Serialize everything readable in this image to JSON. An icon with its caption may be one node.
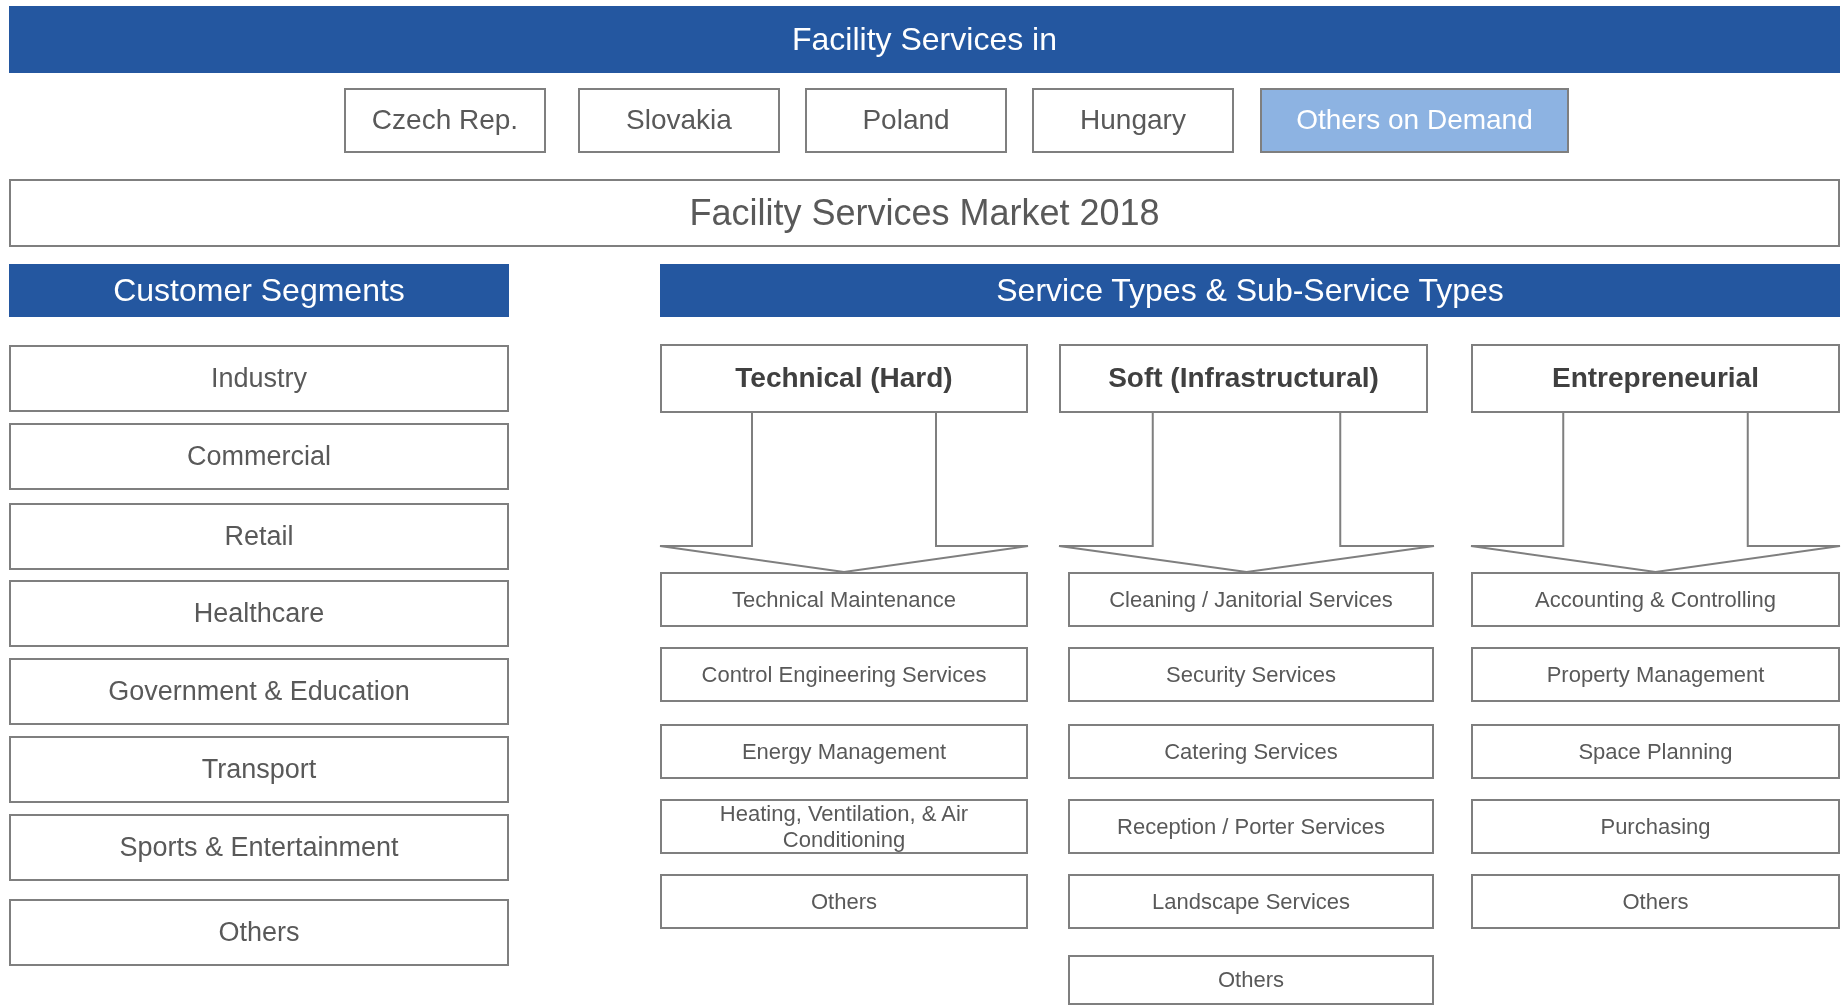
{
  "diagram": {
    "nodes": [
      {
        "text": [
          "Facility Services in"
        ]
      },
      {
        "text": [
          "Czech Rep."
        ]
      },
      {
        "text": [
          "Slovakia"
        ]
      },
      {
        "text": [
          "Poland"
        ]
      },
      {
        "text": [
          "Hungary"
        ]
      },
      {
        "text": [
          "Others on Demand"
        ]
      },
      {
        "text": [
          "Facility Services Market 2018"
        ]
      },
      {
        "text": [
          "Customer Segments"
        ]
      },
      {
        "text": [
          "Service Types & Sub-Service Types"
        ]
      },
      {
        "text": [
          "Industry"
        ]
      },
      {
        "text": [
          "Commercial"
        ]
      },
      {
        "text": [
          "Retail"
        ]
      },
      {
        "text": [
          "Healthcare"
        ]
      },
      {
        "text": [
          "Government & Education"
        ]
      },
      {
        "text": [
          "Transport"
        ]
      },
      {
        "text": [
          "Sports & Entertainment"
        ]
      },
      {
        "text": [
          "Others"
        ]
      },
      {
        "text": [
          "Technical (Hard)"
        ]
      },
      {
        "text": [
          "Soft (Infrastructural)"
        ]
      },
      {
        "text": [
          "Entrepreneurial"
        ]
      },
      {
        "text": [
          "Technical Maintenance"
        ]
      },
      {
        "text": [
          "Control Engineering Services"
        ]
      },
      {
        "text": [
          "Energy Management"
        ]
      },
      {
        "text": [
          "Heating, Ventilation, & Air Conditioning"
        ]
      },
      {
        "text": [
          "Others"
        ]
      },
      {
        "text": [
          "Cleaning / Janitorial Services"
        ]
      },
      {
        "text": [
          "Security Services"
        ]
      },
      {
        "text": [
          "Catering Services"
        ]
      },
      {
        "text": [
          "Reception / Porter Services"
        ]
      },
      {
        "text": [
          "Landscape Services"
        ]
      },
      {
        "text": [
          "Others"
        ]
      },
      {
        "text": [
          "Accounting & Controlling"
        ]
      },
      {
        "text": [
          "Property Management"
        ]
      },
      {
        "text": [
          "Space Planning"
        ]
      },
      {
        "text": [
          "Purchasing"
        ]
      },
      {
        "text": [
          "Others"
        ]
      }
    ],
    "edges": [
      {
        "from": 17,
        "to": 20,
        "arrow": "to"
      },
      {
        "from": 18,
        "to": 25,
        "arrow": "to"
      },
      {
        "from": 19,
        "to": 31,
        "arrow": "to"
      }
    ]
  }
}
